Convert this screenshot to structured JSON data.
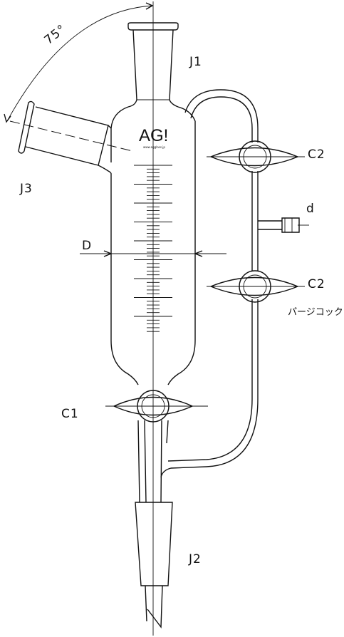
{
  "labels": {
    "j1": "J1",
    "j2": "J2",
    "j3": "J3",
    "c1": "C1",
    "c2_top": "C2",
    "c2_bottom": "C2",
    "d_small": "d",
    "d_big": "D",
    "angle": "75°",
    "purge_cock": "パージコック"
  },
  "logo": {
    "text": "AG!",
    "sub": "www.agglass.jp"
  }
}
